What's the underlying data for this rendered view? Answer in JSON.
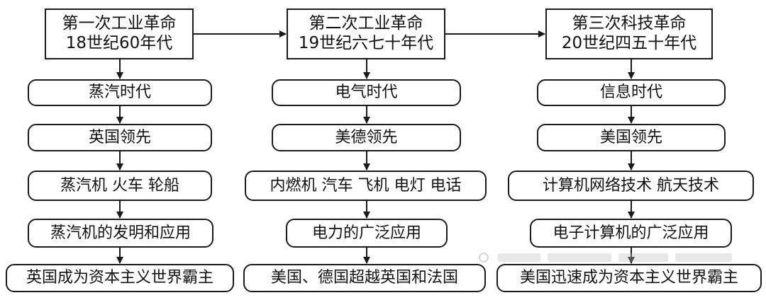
{
  "columns": [
    {
      "header_line1": "第一次工业革命",
      "header_line2": "18世纪60年代",
      "era": "蒸汽时代",
      "leader": "英国领先",
      "inventions": "蒸汽机 火车 轮船",
      "application": "蒸汽机的发明和应用",
      "result": "英国成为资本主义世界霸主"
    },
    {
      "header_line1": "第二次工业革命",
      "header_line2": "19世纪六七十年代",
      "era": "电气时代",
      "leader": "美德领先",
      "inventions": "内燃机 汽车 飞机 电灯 电话",
      "application": "电力的广泛应用",
      "result": "美国、德国超越英国和法国"
    },
    {
      "header_line1": "第三次科技革命",
      "header_line2": "20世纪四五十年代",
      "era": "信息时代",
      "leader": "美国领先",
      "inventions": "计算机网络技术 航天技术",
      "application": "电子计算机的广泛应用",
      "result": "美国迅速成为资本主义世界霸主"
    }
  ]
}
